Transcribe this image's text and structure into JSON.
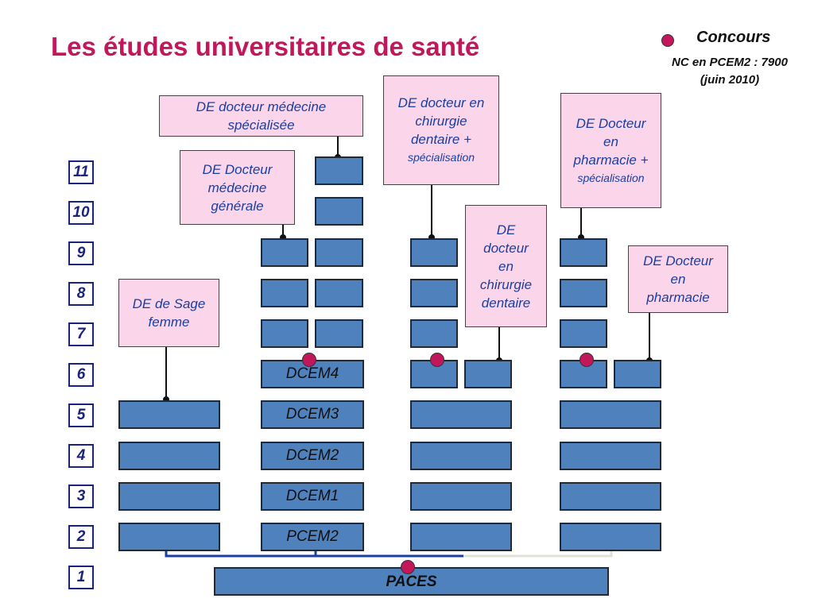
{
  "title": "Les études universitaires de santé",
  "legend": {
    "title": "Concours",
    "note_line1": "NC en PCEM2 : 7900",
    "note_line2": "(juin 2010)"
  },
  "years": [
    "11",
    "10",
    "9",
    "8",
    "7",
    "6",
    "5",
    "4",
    "3",
    "2",
    "1"
  ],
  "boxes": {
    "paces": "PACES",
    "pcem2": "PCEM2",
    "dcem1": "DCEM1",
    "dcem2": "DCEM2",
    "dcem3": "DCEM3",
    "dcem4": "DCEM4"
  },
  "diplomas": {
    "med_spec": {
      "line1": "DE docteur médecine",
      "line2": "spécialisée"
    },
    "med_gen": {
      "line1": "DE Docteur",
      "line2": "médecine",
      "line3": "générale"
    },
    "chir_spec": {
      "line1": "DE docteur en",
      "line2": "chirurgie",
      "line3": "dentaire +",
      "line4": "spécialisation"
    },
    "pharma_spec": {
      "line1": "DE Docteur",
      "line2": "en",
      "line3": "pharmacie +",
      "line4": "spécialisation"
    },
    "sage_femme": {
      "line1": "DE de Sage",
      "line2": "femme"
    },
    "chir": {
      "line1": "DE",
      "line2": "docteur",
      "line3": "en",
      "line4": "chirurgie",
      "line5": "dentaire"
    },
    "pharma": {
      "line1": "DE Docteur",
      "line2": "en",
      "line3": "pharmacie"
    }
  },
  "colors": {
    "title": "#c2185b",
    "box": "#4f81bd",
    "diploma": "#fbd5ea",
    "concours_dot": "#c2185b",
    "year_box": "#1a237e"
  }
}
